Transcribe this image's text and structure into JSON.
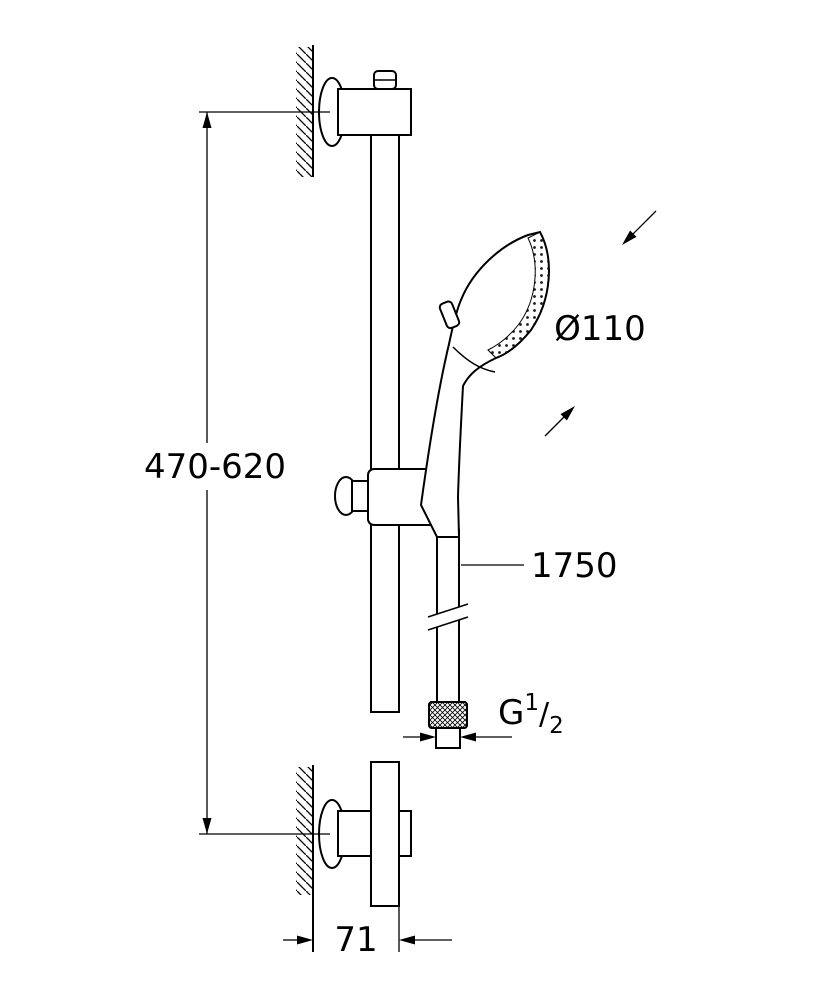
{
  "diagram": {
    "type": "technical-drawing",
    "subject": "wall-mounted shower rail set with hand shower, shower hose and two wall brackets",
    "colors": {
      "line": "#000000",
      "background": "#ffffff"
    },
    "dimensions": {
      "mounting_height": "470-620",
      "head_diameter": "Ø110",
      "hose_length": "1750",
      "thread_letter": "G",
      "thread_numerator": "1",
      "thread_slash": "/",
      "thread_denominator": "2",
      "wall_distance": "71"
    },
    "parts": [
      "wall-section-top",
      "wall-section-bottom",
      "mounting-bracket-top",
      "mounting-bracket-bottom",
      "slide-rail",
      "rail-end-cap",
      "slider-holder",
      "holder-knob",
      "hand-shower",
      "spray-face",
      "diverter-button",
      "shower-hose",
      "hose-break",
      "hose-nut",
      "hose-thread"
    ]
  }
}
